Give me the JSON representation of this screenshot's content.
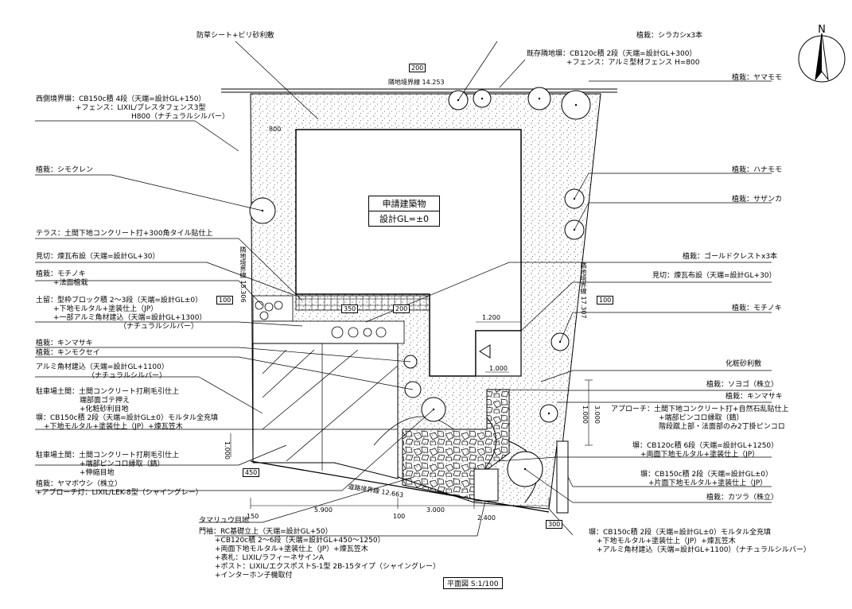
{
  "north": {
    "label": "N"
  },
  "building": {
    "name": "申請建築物",
    "gl": "設計GL=±0"
  },
  "scale": "平面図 S:1/100",
  "boundaries": {
    "north_neighbor": "隣地境界線 14.253",
    "west": "隣地境界線 15.306",
    "east": "隣地境界線 17.307",
    "road": "道路境界線 12.663"
  },
  "dims": {
    "d200": "200",
    "d100w": "100",
    "d100e": "100",
    "d450": "450",
    "d300": "300",
    "d350": "350",
    "d200b": "200",
    "d1200": "1.200",
    "d1000": "1.000",
    "d3000v": "3.000",
    "d1000v": "1.000",
    "d1000vl": "1.000",
    "d150": "150",
    "d5900": "5.900",
    "d100b": "100",
    "d3000": "3.000",
    "d2400": "2.400",
    "d800": "800"
  },
  "labels_left": [
    {
      "lines": [
        "防草シート+ビリ砂利敷"
      ]
    },
    {
      "lines": [
        "西側境界塀：CB150c積 4段（天端=設計GL+150）",
        "+フェンス：LIXIL/プレスタフェンス3型",
        "H800（ナチュラルシルバー）"
      ]
    },
    {
      "lines": [
        "植栽：シモクレン"
      ]
    },
    {
      "lines": [
        "テラス：土間下地コンクリート打+300角タイル貼仕上"
      ]
    },
    {
      "lines": [
        "見切：煉瓦布設（天端=設計GL+30）"
      ]
    },
    {
      "lines": [
        "植栽：モチノキ",
        "+法面植栽"
      ]
    },
    {
      "lines": [
        "土留：型枠ブロック積 2～3段（天端=設計GL±0）",
        "+下地モルタル+塗装仕上（JP）",
        "+一部アルミ角材建込（天端=設計GL+1300）",
        "（ナチュラルシルバー）"
      ]
    },
    {
      "lines": [
        "植栽：キンマサキ"
      ]
    },
    {
      "lines": [
        "植栽：キンモクセイ"
      ]
    },
    {
      "lines": [
        "アルミ角材建込（天端=設計GL+1100）",
        "（ナチュラルシルバー）"
      ]
    },
    {
      "lines": [
        "駐車場土間：土間コンクリート打刷毛引仕上",
        "端部面ゴテ押え",
        "+化粧砂利目地"
      ]
    },
    {
      "lines": [
        "塀：CB150c積 2段（天端=設計GL±0）モルタル全充填",
        "+下地モルタル+塗装仕上（JP）+煉瓦笠木"
      ]
    },
    {
      "lines": [
        "駐車場土間：土間コンクリート打刷毛引仕上",
        "+端部ピンコロ縁取（錆）",
        "+伸縮目地"
      ]
    },
    {
      "lines": [
        "植栽：ヤマボウシ（株立）",
        "+アプローチ灯：LIXIL/LEK-8型（シャイングレー）"
      ]
    }
  ],
  "labels_right": [
    {
      "lines": [
        "植栽：シラカシx3本"
      ]
    },
    {
      "lines": [
        "既存隣地塀：CB120c積 2段（天端=設計GL+300）",
        "+フェンス：アルミ型材フェンス H=800"
      ]
    },
    {
      "lines": [
        "植栽：ヤマモモ"
      ]
    },
    {
      "lines": [
        "植栽：ハナモモ"
      ]
    },
    {
      "lines": [
        "植栽：サザンカ"
      ]
    },
    {
      "lines": [
        "植栽：ゴールドクレストx3本"
      ]
    },
    {
      "lines": [
        "見切：煉瓦布設（天端=設計GL+30）"
      ]
    },
    {
      "lines": [
        "植栽：モチノキ"
      ]
    },
    {
      "lines": [
        "化粧砂利敷"
      ]
    },
    {
      "lines": [
        "植栽：ソヨゴ（株立）"
      ]
    },
    {
      "lines": [
        "植栽：キンマサキ"
      ]
    },
    {
      "lines": [
        "アプローチ：土間下地コンクリート打+自然石乱貼仕上",
        "+端部ピンコロ縁取（錆）",
        "階段蹴上部・法面部のみ2丁掛ピンコロ"
      ]
    },
    {
      "lines": [
        "塀：CB120c積 6段（天端=設計GL+1250）",
        "+両面下地モルタル+塗装仕上（JP）"
      ]
    },
    {
      "lines": [
        "塀：CB150c積 2段（天端=設計GL±0）",
        "+片面下地モルタル+塗装仕上（JP）"
      ]
    },
    {
      "lines": [
        "植栽：カツラ（株立）"
      ]
    }
  ],
  "labels_bottom": [
    {
      "lines": [
        "タマリュウ目地"
      ]
    },
    {
      "lines": [
        "門袖：RC基礎立上（天端=設計GL+50）",
        "+CB120c積 2～6段（天端=設計GL+450～1250）",
        "+両面下地モルタル+塗装仕上（JP）+煉瓦笠木",
        "+表札：LIXIL/ラフィーネサインA",
        "+ポスト：LIXIL/エクスポストS-1型 2B-15タイプ（シャイングレー）",
        "+インターホン子機取付"
      ]
    },
    {
      "lines": [
        "塀：CB150c積 2段（天端=設計GL±0）モルタル全充填",
        "+下地モルタル+塗装仕上（JP）+煉瓦笠木",
        "+アルミ角材建込（天端=設計GL+1100）（ナチュラルシルバー）"
      ]
    }
  ]
}
